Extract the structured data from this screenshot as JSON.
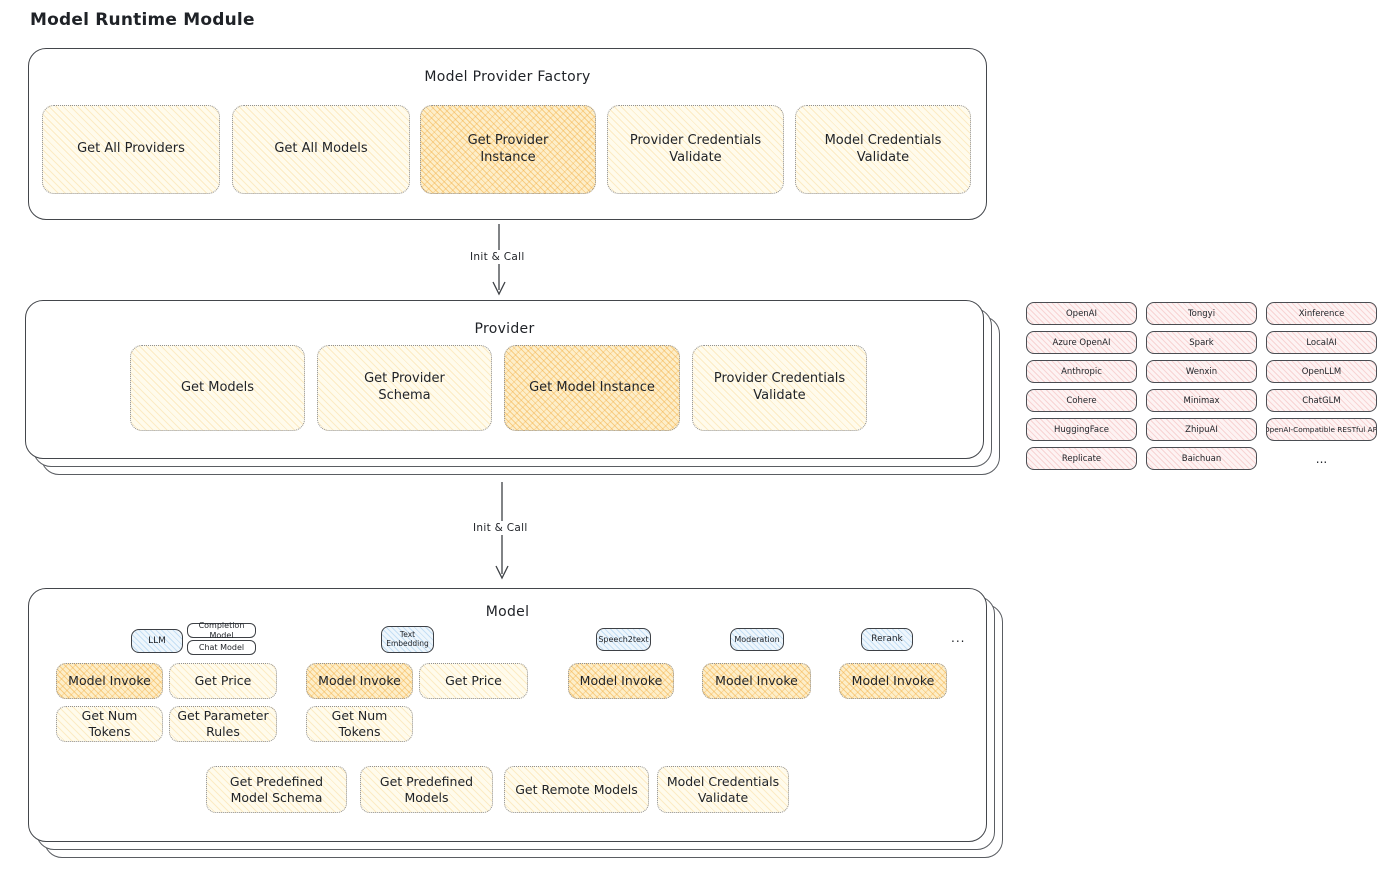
{
  "page_title": "Model Runtime Module",
  "colors": {
    "box_border": "#43464b",
    "cell_yellow": "#fffbec",
    "cell_highlight": "#fdeec9",
    "provider_pink": "#fdf3f3",
    "tag_blue": "#eef6fc",
    "text": "#1f2227"
  },
  "factory": {
    "title": "Model Provider Factory",
    "cells": [
      {
        "label": "Get All Providers",
        "highlight": false
      },
      {
        "label": "Get All Models",
        "highlight": false
      },
      {
        "label": "Get Provider Instance",
        "highlight": true
      },
      {
        "label": "Provider Credentials Validate",
        "highlight": false
      },
      {
        "label": "Model Credentials Validate",
        "highlight": false
      }
    ]
  },
  "arrows": [
    {
      "label": "Init & Call"
    },
    {
      "label": "Init & Call"
    }
  ],
  "provider": {
    "title": "Provider",
    "cells": [
      {
        "label": "Get Models",
        "highlight": false
      },
      {
        "label": "Get Provider Schema",
        "highlight": false
      },
      {
        "label": "Get Model Instance",
        "highlight": true
      },
      {
        "label": "Provider Credentials Validate",
        "highlight": false
      }
    ]
  },
  "provider_list": {
    "items": [
      "OpenAI",
      "Tongyi",
      "Xinference",
      "Azure OpenAI",
      "Spark",
      "LocalAI",
      "Anthropic",
      "Wenxin",
      "OpenLLM",
      "Cohere",
      "Minimax",
      "ChatGLM",
      "HuggingFace",
      "ZhipuAI",
      "OpenAI-Compatible RESTful API",
      "Replicate",
      "Baichuan"
    ],
    "more": "..."
  },
  "model": {
    "title": "Model",
    "tags": [
      {
        "label": "LLM"
      },
      {
        "label": "Completion Model"
      },
      {
        "label": "Chat Model"
      },
      {
        "label": "Text Embedding"
      },
      {
        "label": "Speech2text"
      },
      {
        "label": "Moderation"
      },
      {
        "label": "Rerank"
      },
      {
        "label": "..."
      }
    ],
    "ops": {
      "model_invoke": "Model Invoke",
      "get_price": "Get Price",
      "get_num_tokens": "Get Num Tokens",
      "get_parameter_rules": "Get Parameter Rules",
      "get_predefined_model_schema": "Get Predefined Model Schema",
      "get_predefined_models": "Get Predefined Models",
      "get_remote_models": "Get Remote Models",
      "model_credentials_validate": "Model Credentials Validate"
    }
  }
}
